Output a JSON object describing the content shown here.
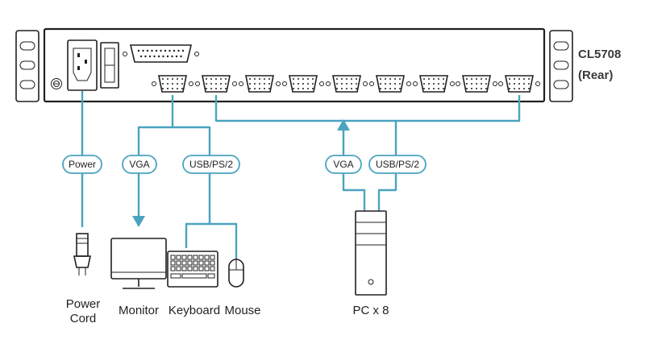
{
  "model": {
    "name": "CL5708",
    "view": "(Rear)"
  },
  "cables": {
    "power": "Power",
    "console_vga": "VGA",
    "console_usb": "USB/PS/2",
    "pc_vga": "VGA",
    "pc_usb": "USB/PS/2"
  },
  "devices": {
    "power_cord_line1": "Power",
    "power_cord_line2": "Cord",
    "monitor": "Monitor",
    "keyboard": "Keyboard",
    "mouse": "Mouse",
    "pc": "PC x 8"
  },
  "colors": {
    "cable": "#4aa3bf",
    "outline": "#231f20"
  },
  "icons": [
    "power-inlet-icon",
    "power-switch-icon",
    "ground-screw-icon",
    "vga-port-icon",
    "db25-port-icon",
    "plug-icon",
    "monitor-icon",
    "keyboard-icon",
    "mouse-icon",
    "pc-tower-icon"
  ]
}
